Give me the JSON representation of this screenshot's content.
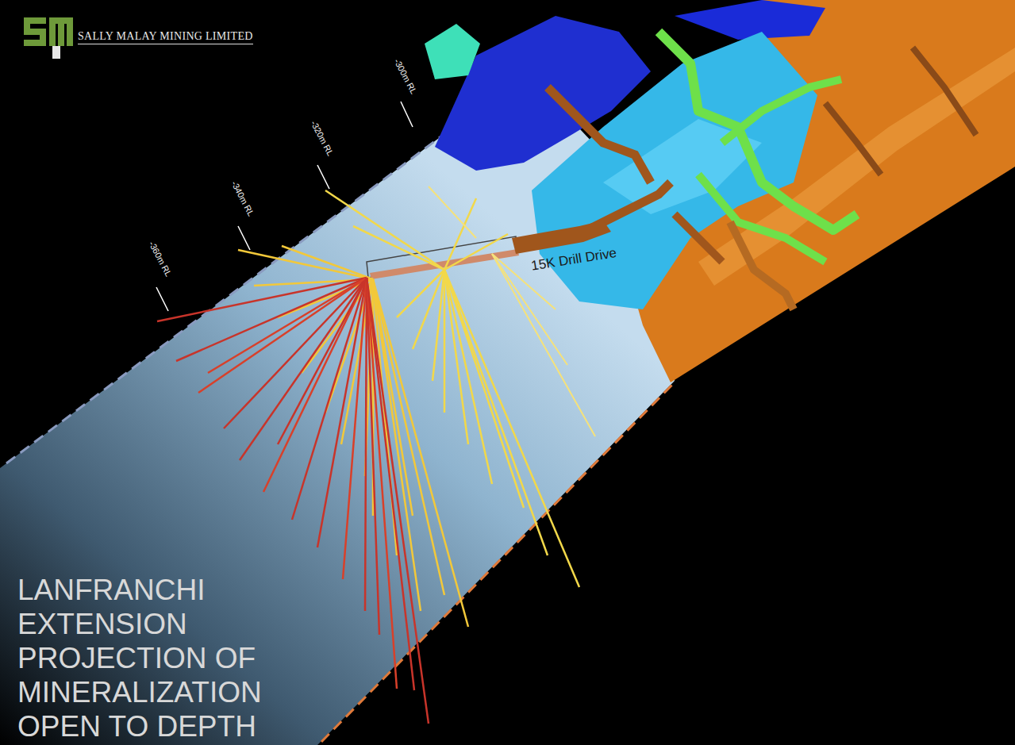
{
  "diagram": {
    "title": "LANFRANCHI EXTENSION PROJECTION OF MINERALIZATION OPEN TO DEPTH",
    "labels": [
      "SALLY MALAY MINING LIMITED",
      "-300m RL",
      "-320m RL",
      "-340m RL",
      "-360m RL",
      "15K Drill Drive"
    ]
  }
}
